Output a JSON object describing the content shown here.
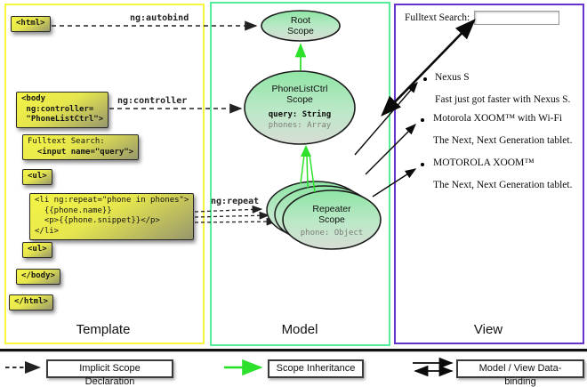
{
  "columns": {
    "template": {
      "label": "Template",
      "border_color": "#f6f63c"
    },
    "model": {
      "label": "Model",
      "border_color": "#55ee99"
    },
    "view": {
      "label": "View",
      "border_color": "#6633cc"
    }
  },
  "template": {
    "html_open": "<html>",
    "body_open": "<body\n ng:controller=\n \"PhoneListCtrl\">",
    "fulltext_label": "Fulltext Search:",
    "fulltext_input": "  <input name=\"query\">",
    "ul_open_1": "<ul>",
    "li_repeat": "<li ng:repeat=\"phone in phones\">\n  {{phone.name}}\n  <p>{{phone.snippet}}</p>\n</li>",
    "ul_open_2": "<ul>",
    "body_close": "</body>",
    "html_close": "</html>"
  },
  "directives": {
    "autobind": "ng:autobind",
    "controller": "ng:controller",
    "repeat": "ng:repeat"
  },
  "model": {
    "root_scope": {
      "title": "Root\nScope"
    },
    "phonelist_scope": {
      "title": "PhoneListCtrl\nScope",
      "prop_query": "query: String",
      "prop_phones": "phones: Array"
    },
    "repeater_scope": {
      "title": "Repeater\nScope",
      "prop_phone": "phone: Object"
    }
  },
  "view": {
    "search_label": "Fulltext Search:",
    "search_value": "",
    "items": [
      {
        "title": "Nexus S",
        "desc": "Fast just got faster with Nexus S."
      },
      {
        "title": "Motorola XOOM™ with Wi-Fi",
        "desc": "The Next, Next Generation tablet."
      },
      {
        "title": "MOTOROLA XOOM™",
        "desc": "The Next, Next Generation tablet."
      }
    ]
  },
  "legend": {
    "implicit": "Implicit Scope Declaration",
    "inheritance": "Scope Inheritance",
    "binding": "Model / View Data-binding"
  },
  "colors": {
    "scope_fill_top": "#8fe5a5",
    "scope_fill_bottom": "#d8ddd4",
    "green_arrow": "#2ce02c",
    "dashed_arrow": "#222222",
    "binding_arrow": "#0a0a0a"
  }
}
